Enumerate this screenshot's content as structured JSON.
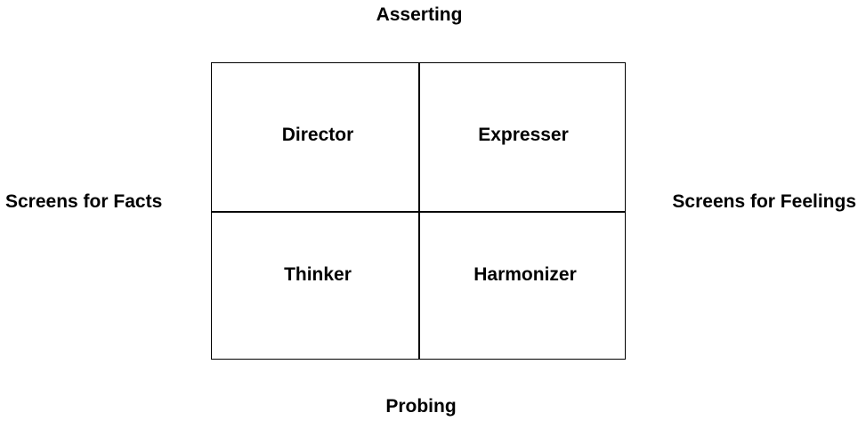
{
  "axes": {
    "top": "Asserting",
    "bottom": "Probing",
    "left": "Screens for Facts",
    "right": "Screens for Feelings"
  },
  "quadrants": {
    "top_left": "Director",
    "top_right": "Expresser",
    "bottom_left": "Thinker",
    "bottom_right": "Harmonizer"
  }
}
